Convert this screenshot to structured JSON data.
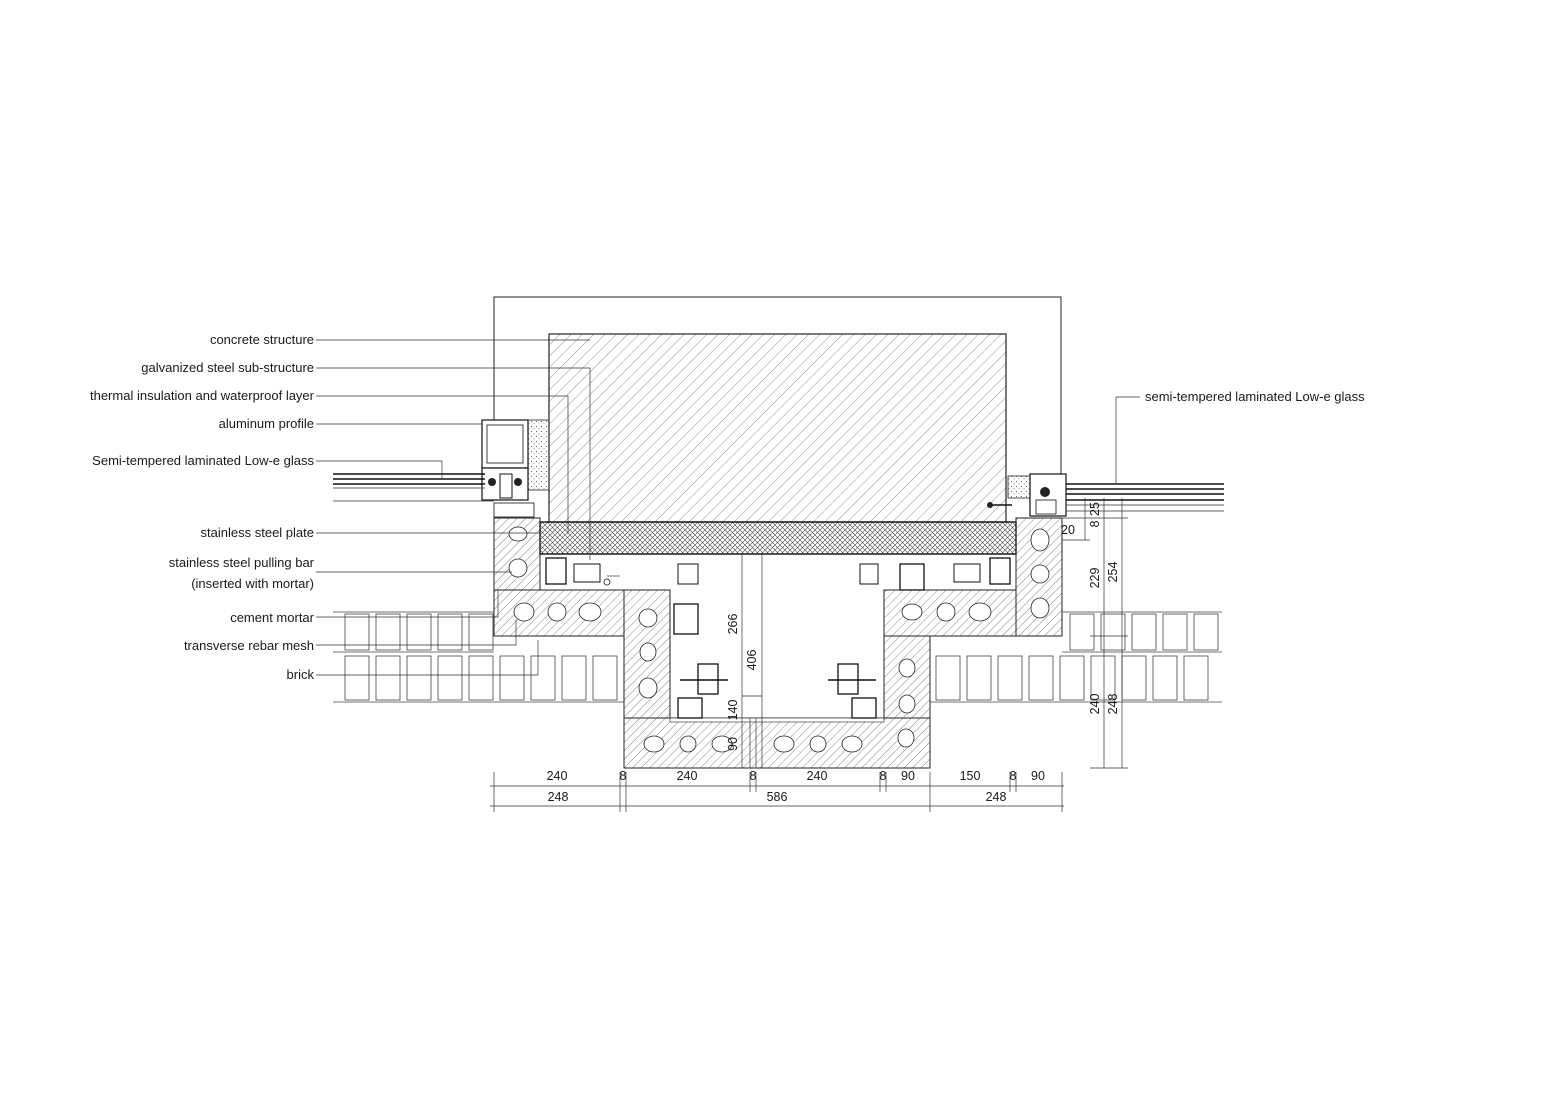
{
  "labels": {
    "left": [
      "concrete structure",
      "galvanized steel sub-structure",
      "thermal insulation and waterproof layer",
      "aluminum profile",
      "Semi-tempered laminated Low-e glass",
      "stainless steel plate",
      "stainless steel pulling bar",
      "(inserted with mortar)",
      "cement mortar",
      "transverse rebar mesh",
      "brick"
    ],
    "right": "semi-tempered laminated Low-e glass"
  },
  "dimensions": {
    "bottom_row1": [
      "240",
      "8",
      "240",
      "8",
      "240",
      "8",
      "90",
      "150",
      "8",
      "90"
    ],
    "bottom_row2": [
      "248",
      "586",
      "248"
    ],
    "right_vertical": [
      "8",
      "25",
      "20",
      "229",
      "254",
      "240",
      "248"
    ],
    "center_vertical": [
      "266",
      "406",
      "140",
      "90"
    ]
  }
}
